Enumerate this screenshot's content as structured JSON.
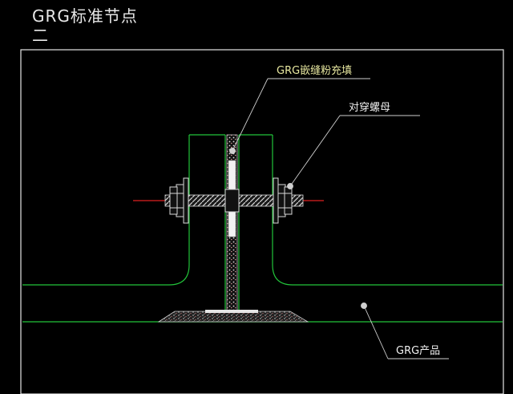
{
  "title": {
    "line1": "GRG标准节点",
    "line2": "二"
  },
  "labels": {
    "filler": "GRG嵌缝粉充填",
    "nut": "对穿螺母",
    "product": "GRG产品"
  },
  "colors": {
    "background": "#000000",
    "frame": "#e6e6e6",
    "panel": "#22c43a",
    "bolt": "#d8d8d8",
    "centerline": "#e02020",
    "filler_label": "#e8e8a0",
    "label_text": "#f0f0f0",
    "leader": "#cfcfcf"
  }
}
